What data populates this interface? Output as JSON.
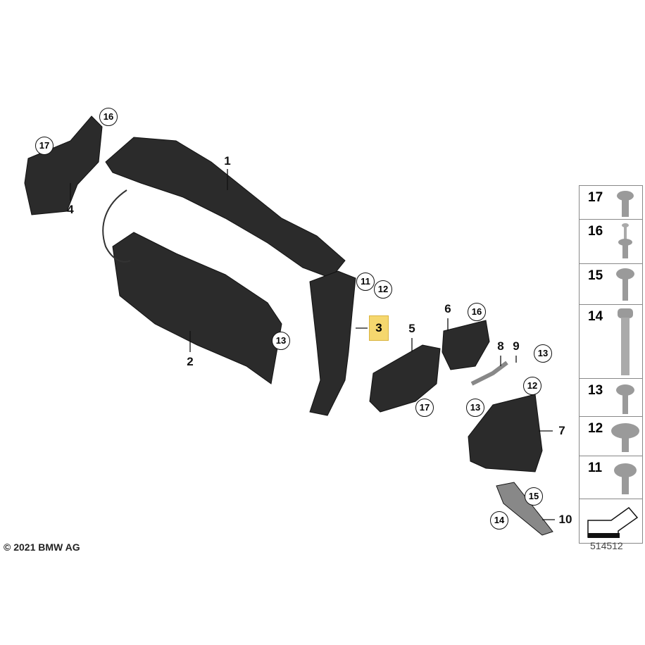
{
  "callouts": {
    "c1": "1",
    "c2": "2",
    "c3": "3",
    "c4": "4",
    "c5": "5",
    "c6": "6",
    "c7": "7",
    "c8": "8",
    "c9": "9",
    "c10": "10",
    "c11a": "11",
    "c12a": "12",
    "c13a": "13",
    "c16a": "16",
    "c17a": "17",
    "c16b": "16",
    "c13b": "13",
    "c12b": "12",
    "c13c": "13",
    "c17b": "17",
    "c15": "15",
    "c14": "14"
  },
  "highlighted_part": "3",
  "colors": {
    "part_fill": "#2b2b2b",
    "highlight": "#f5d76e",
    "fastener": "#9a9a9a"
  },
  "fastener_panel": [
    "17",
    "16",
    "15",
    "14",
    "13",
    "12",
    "11"
  ],
  "copyright": "© 2021 BMW AG",
  "diagram_number": "514512"
}
